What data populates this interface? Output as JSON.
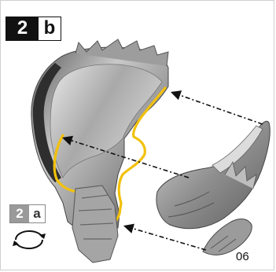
{
  "step": {
    "number": "2",
    "letter": "b"
  },
  "reference_step": {
    "number": "2",
    "letter": "a"
  },
  "part_label": "06",
  "colors": {
    "highlight": "#f2c10b",
    "badge_dark": "#111111",
    "badge_grey": "#9a9a9a",
    "model_grey": "#8d8d8d"
  },
  "icons": {
    "rotate": "rotate-arrows-icon"
  }
}
